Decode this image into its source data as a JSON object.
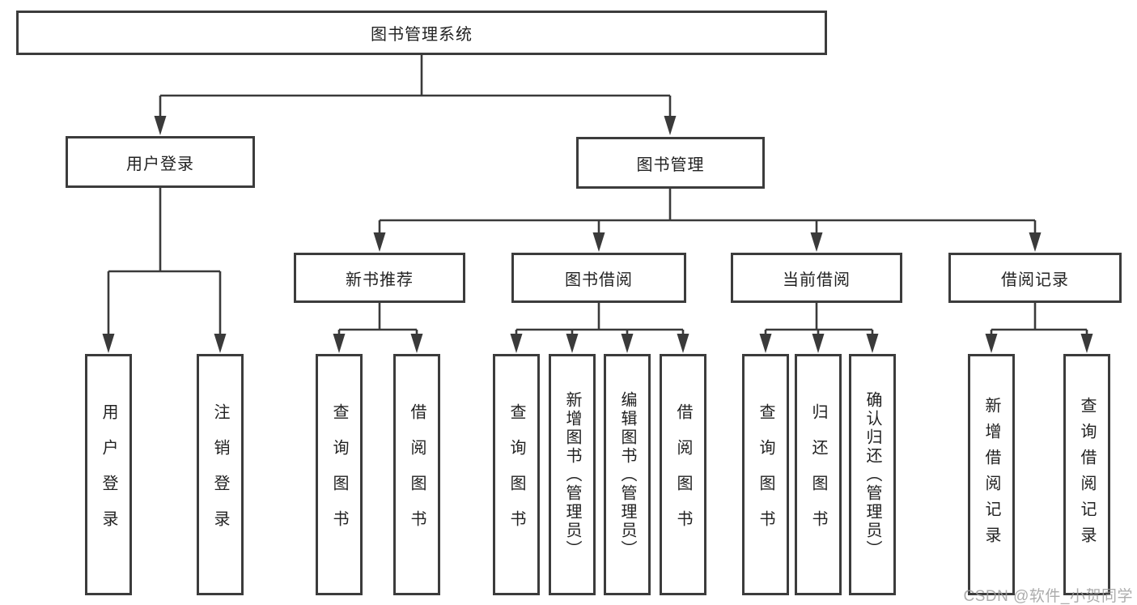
{
  "tree": {
    "root": "图书管理系统",
    "level1": [
      {
        "label": "用户登录",
        "children": [
          "用户登录",
          "注销登录"
        ]
      },
      {
        "label": "图书管理"
      }
    ],
    "level2": [
      {
        "label": "新书推荐",
        "children": [
          "查询图书",
          "借阅图书"
        ]
      },
      {
        "label": "图书借阅",
        "children": [
          "查询图书",
          "新增图书（管理员）",
          "编辑图书（管理员）",
          "借阅图书"
        ]
      },
      {
        "label": "当前借阅",
        "children": [
          "查询图书",
          "归还图书",
          "确认归还（管理员）"
        ]
      },
      {
        "label": "借阅记录",
        "children": [
          "新增借阅记录",
          "查询借阅记录"
        ]
      }
    ]
  },
  "watermark": {
    "text": "CSDN @软件_小贺同学"
  },
  "colors": {
    "line": "#3a3a3a",
    "box_border": "#3c3c3c",
    "text": "#222222",
    "watermark": "#9e9e9e",
    "background": "#ffffff"
  }
}
